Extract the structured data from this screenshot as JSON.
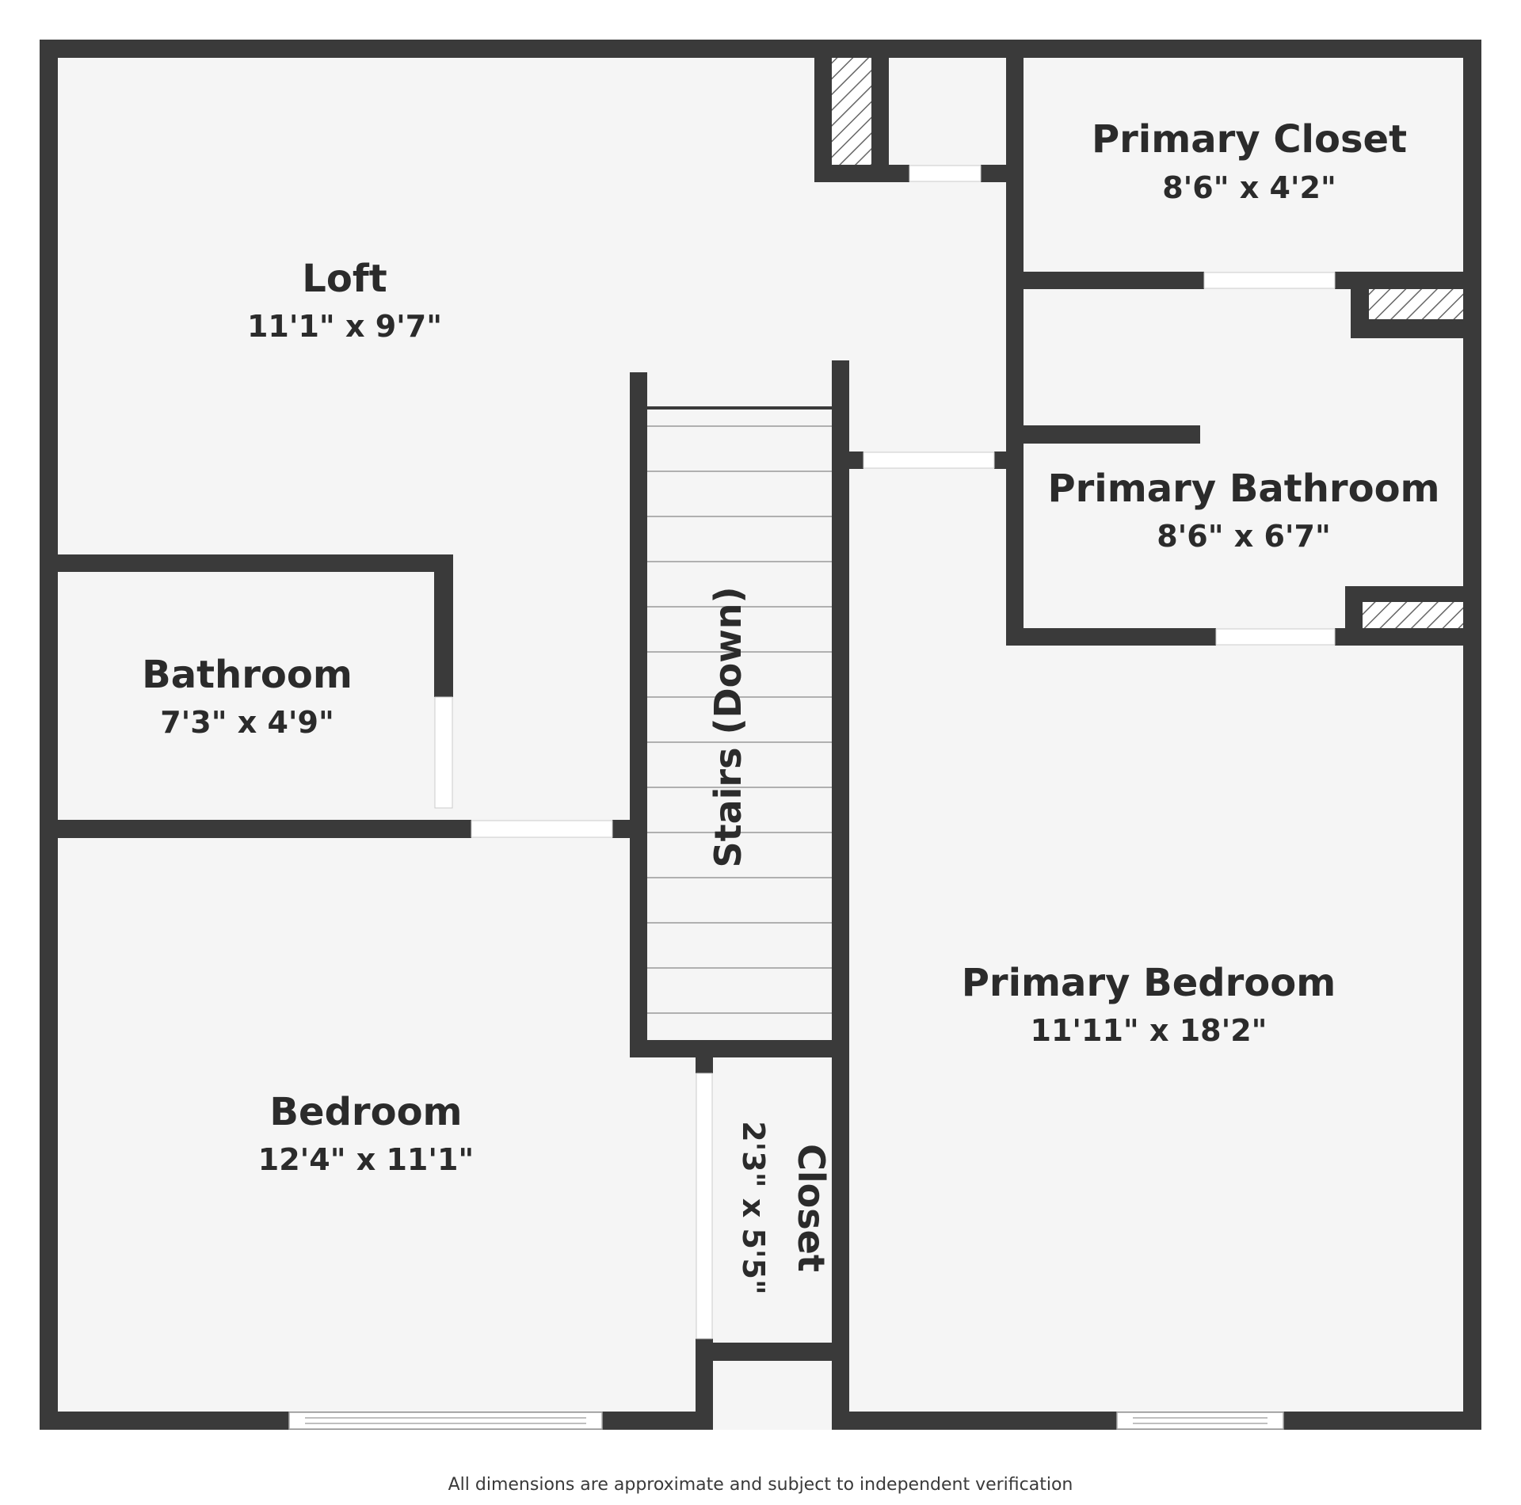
{
  "rooms": {
    "loft": {
      "name": "Loft",
      "dims": "11'1\" x 9'7\""
    },
    "primary_closet": {
      "name": "Primary Closet",
      "dims": "8'6\" x 4'2\""
    },
    "primary_bathroom": {
      "name": "Primary Bathroom",
      "dims": "8'6\" x 6'7\""
    },
    "bathroom": {
      "name": "Bathroom",
      "dims": "7'3\" x 4'9\""
    },
    "stairs": {
      "name": "Stairs (Down)"
    },
    "primary_bedroom": {
      "name": "Primary Bedroom",
      "dims": "11'11\" x 18'2\""
    },
    "bedroom": {
      "name": "Bedroom",
      "dims": "12'4\" x 11'1\""
    },
    "closet": {
      "name": "Closet",
      "dims": "2'3\" x 5'5\""
    }
  },
  "footer": {
    "disclaimer": "All dimensions are approximate and subject to independent verification"
  },
  "colors": {
    "wall": "#3a3a3a",
    "floor": "#f5f5f5",
    "door": "#ffffff",
    "text": "#2b2b2b"
  }
}
